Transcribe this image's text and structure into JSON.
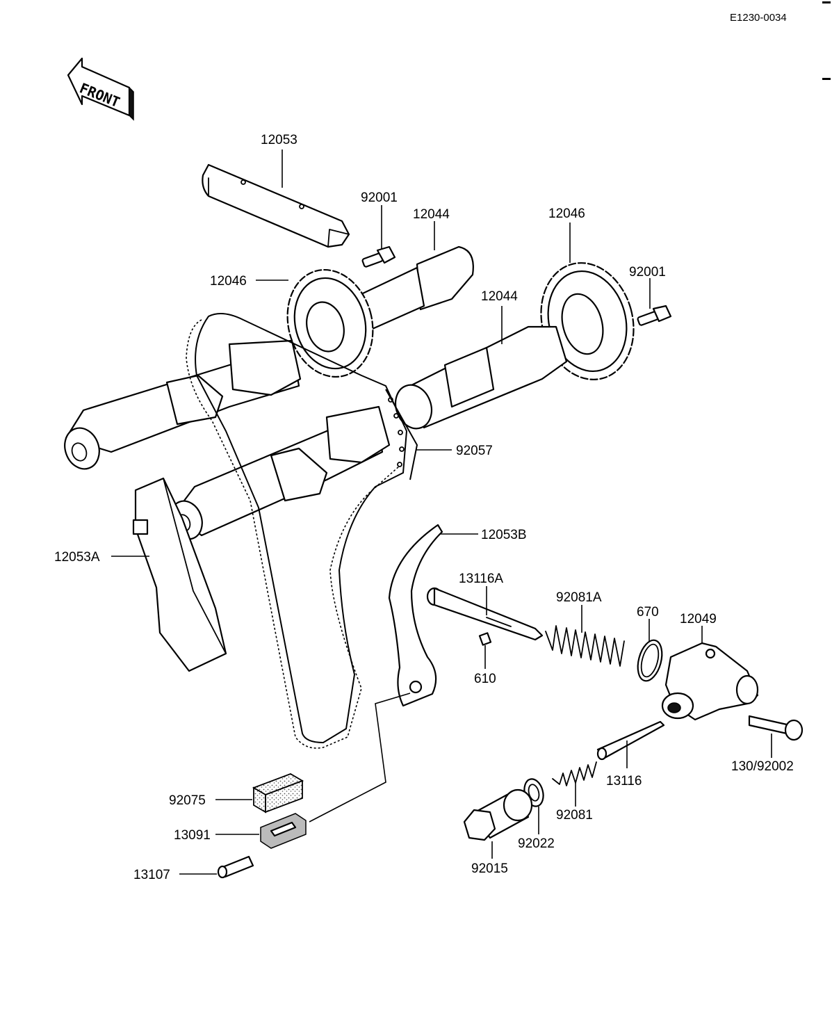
{
  "diagram_code": "E1230-0034",
  "direction_label": "FRONT",
  "callouts": {
    "c12053": "12053",
    "c92001_top": "92001",
    "c12044_top": "12044",
    "c12046_right": "12046",
    "c12046_left": "12046",
    "c92001_right": "92001",
    "c12044_mid": "12044",
    "c92057": "92057",
    "c12053A": "12053A",
    "c12053B": "12053B",
    "c13116A": "13116A",
    "c92081A": "92081A",
    "c670": "670",
    "c12049": "12049",
    "c610": "610",
    "c130_92002": "130/92002",
    "c13116": "13116",
    "c92081": "92081",
    "c92022": "92022",
    "c92015": "92015",
    "c92075": "92075",
    "c13091": "13091",
    "c13107": "13107"
  }
}
